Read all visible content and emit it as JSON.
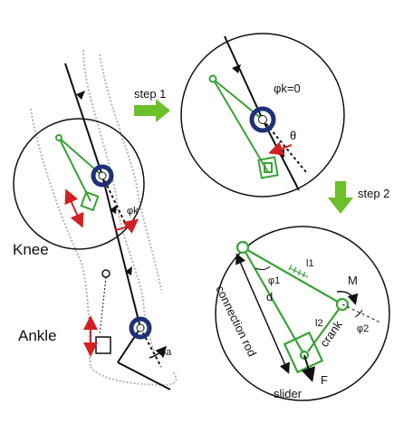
{
  "labels": {
    "step1": "step 1",
    "step2": "step 2",
    "knee": "Knee",
    "ankle": "Ankle",
    "phi_k_zero": "φk=0",
    "theta": "θ",
    "phi_k": "φk",
    "phi_a": "φa",
    "l1": "l1",
    "l2": "l2",
    "M": "M",
    "phi1": "φ1",
    "phi2": "φ2",
    "d": "d",
    "crank": "crank",
    "connection_rod": "connection rod",
    "slider": "slider",
    "F": "F"
  },
  "colors": {
    "mechanism_green": "#3aa335",
    "arrow_green": "#6cc02a",
    "joint_blue": "#1f2f7a",
    "arrow_red": "#d42020",
    "leg_outline": "#b5b5b5",
    "line_black": "#111111"
  }
}
